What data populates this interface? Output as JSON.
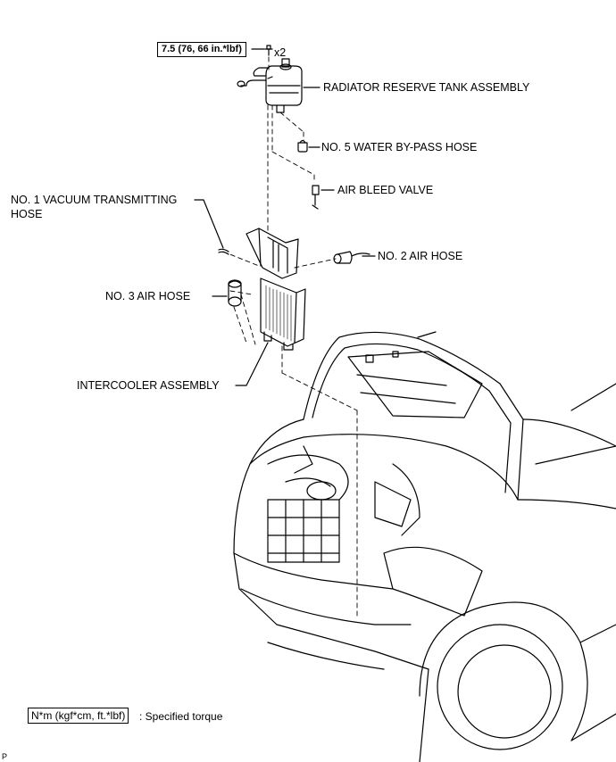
{
  "torque_spec": "7.5 (76, 66 in.*lbf)",
  "quantity": "x2",
  "labels": {
    "radiator_tank": "RADIATOR RESERVE TANK ASSEMBLY",
    "water_bypass": "NO. 5 WATER BY-PASS HOSE",
    "air_bleed": "AIR BLEED VALVE",
    "vacuum_hose": "NO. 1 VACUUM TRANSMITTING\nHOSE",
    "air_hose_2": "NO. 2 AIR HOSE",
    "air_hose_3": "NO. 3 AIR HOSE",
    "intercooler": "INTERCOOLER ASSEMBLY"
  },
  "legend": {
    "box": "N*m (kgf*cm, ft.*lbf)",
    "text": ": Specified torque"
  },
  "corner_code": "P"
}
